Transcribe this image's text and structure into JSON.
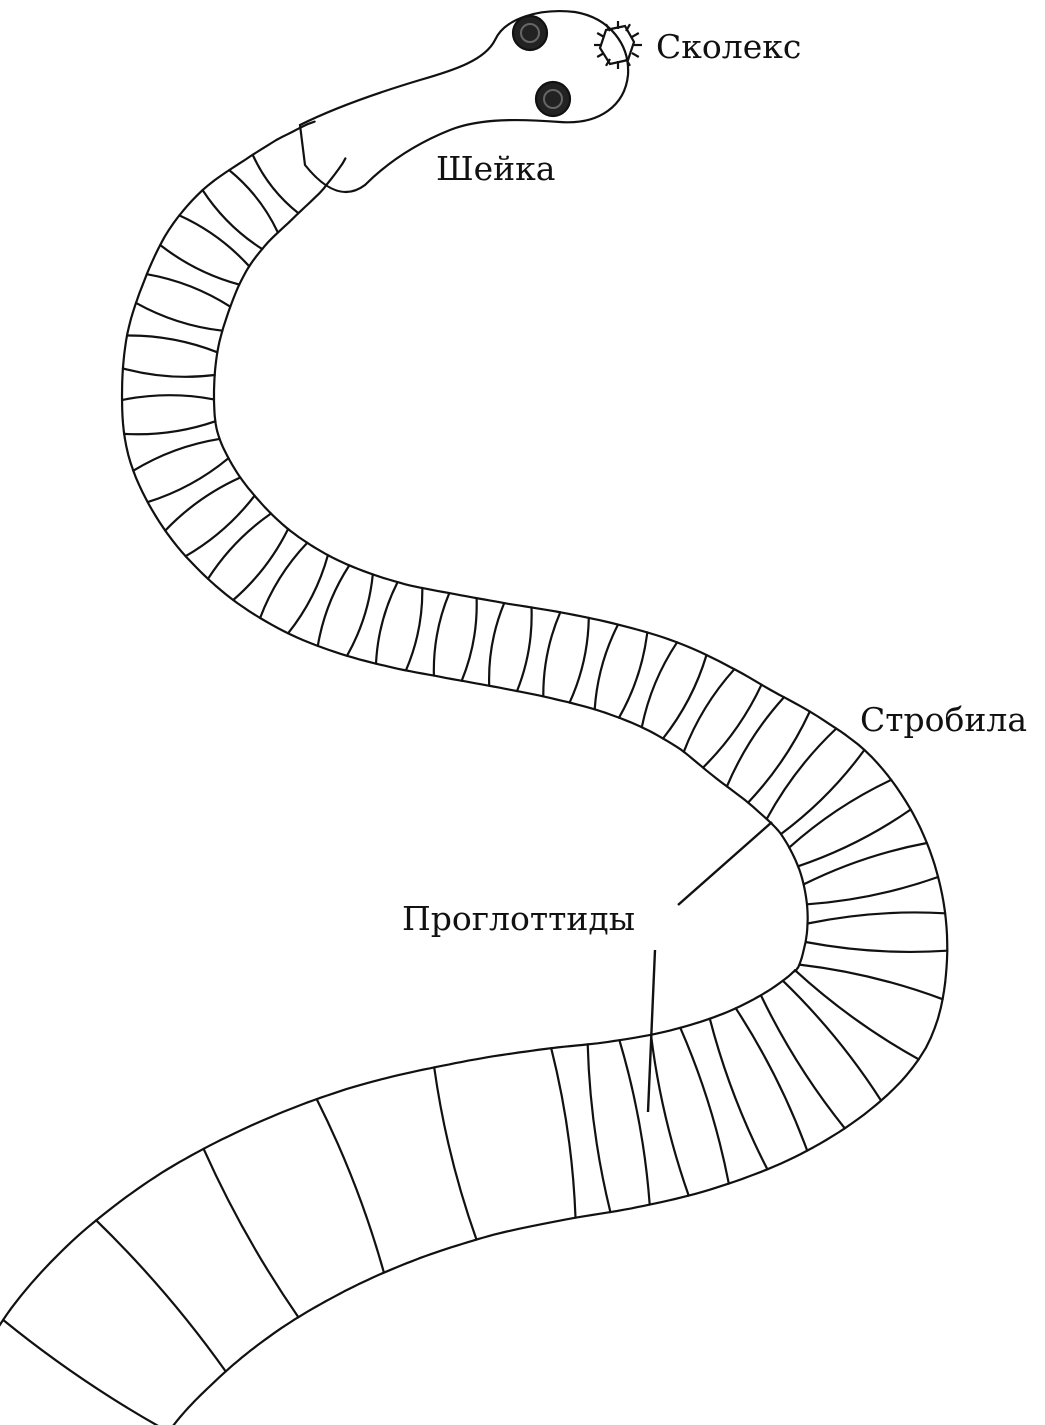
{
  "labels": {
    "scolex": "Сколекс",
    "neck": "Шейка",
    "strobila": "Стробила",
    "proglottids": "Проглоттиды"
  },
  "colors": {
    "ink": "#111111",
    "paper": "#ffffff"
  }
}
